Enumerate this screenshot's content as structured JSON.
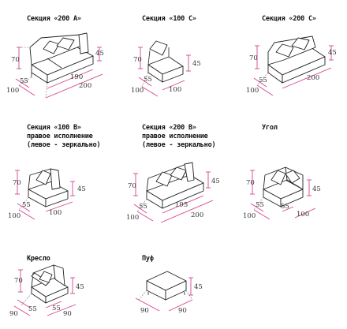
{
  "modules": [
    {
      "id": "section-200-a",
      "title": [
        "Секция «200 A»"
      ],
      "dims": {
        "height_back": "70",
        "height_front": "45",
        "depth": "55",
        "depth_total": "100",
        "inner_width": "190",
        "width": "200"
      }
    },
    {
      "id": "section-100-c",
      "title": [
        "Секция «100 C»"
      ],
      "dims": {
        "height_back": "70",
        "height_front": "45",
        "depth": "55",
        "depth_total": "100",
        "width": "100"
      }
    },
    {
      "id": "section-200-c",
      "title": [
        "Секция «200 C»"
      ],
      "dims": {
        "height_back": "70",
        "height_front": "45",
        "depth": "55",
        "depth_total": "100",
        "width": "200"
      }
    },
    {
      "id": "section-100-b",
      "title": [
        "Секция «100 B»",
        "правое исполнение",
        "(левое - зеркально)"
      ],
      "dims": {
        "height_back": "70",
        "height_front": "45",
        "depth": "55",
        "depth_total": "100",
        "width": "100"
      }
    },
    {
      "id": "section-200-b",
      "title": [
        "Секция «200 B»",
        "правое исполнение",
        "(левое - зеркально)"
      ],
      "dims": {
        "height_back": "70",
        "height_front": "45",
        "depth": "55",
        "depth_total": "100",
        "inner_width": "195",
        "width": "200"
      }
    },
    {
      "id": "corner",
      "title": [
        "Угол"
      ],
      "dims": {
        "height_back": "70",
        "height_front": "45",
        "depth": "55",
        "depth_total": "100",
        "side_depth": "55",
        "side_width": "100"
      }
    },
    {
      "id": "armchair",
      "title": [
        "Кресло"
      ],
      "dims": {
        "height_back": "70",
        "height_front": "45",
        "depth": "55",
        "depth_total": "90",
        "inner_width": "55",
        "width": "90"
      }
    },
    {
      "id": "pouf",
      "title": [
        "Пуф"
      ],
      "dims": {
        "height_front": "45",
        "depth_total": "90",
        "width": "90"
      }
    }
  ],
  "colors": {
    "dimension_line": "#d6428f",
    "outline": "#222222"
  }
}
